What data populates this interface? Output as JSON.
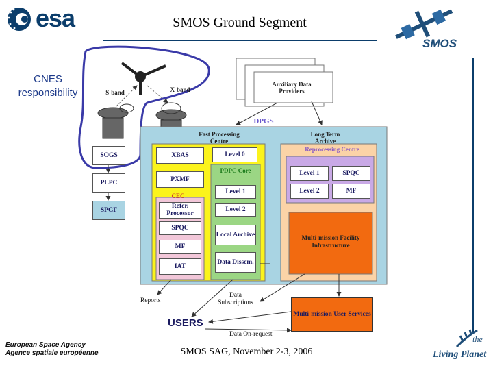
{
  "header": {
    "title": "SMOS Ground Segment",
    "esa_logo_text": "esa",
    "smos_logo_text": "SMOS"
  },
  "footer": {
    "text": "SMOS SAG, November 2-3, 2006",
    "agency_en": "European Space Agency",
    "agency_fr": "Agence spatiale européenne",
    "living_planet_1": "the",
    "living_planet_2": "Living Planet"
  },
  "annotation": {
    "cnes_line1": "CNES",
    "cnes_line2": "responsibility"
  },
  "diagram": {
    "antennas": {
      "s_band": "S-band",
      "x_band": "X-band"
    },
    "aux_providers": "Auxiliary Data Providers",
    "dpgs": "DPGS",
    "fpc_title": "Fast Processing Centre",
    "lta_title": "Long Term Archive",
    "reprocessing": "Reprocessing Centre",
    "sogs": "SOGS",
    "plpc": "PLPC",
    "spgf": "SPGF",
    "xbas": "XBAS",
    "pxmf": "PXMF",
    "cec": "CEC",
    "refer_processor": "Refer. Processor",
    "spqc": "SPQC",
    "mf": "MF",
    "iat": "IAT",
    "level0": "Level 0",
    "pdpc_core": "PDPC Core",
    "level1": "Level 1",
    "level2": "Level 2",
    "local_archive": "Local Archive",
    "data_dissem": "Data Dissem.",
    "rep_level1": "Level 1",
    "rep_spqc": "SPQC",
    "rep_level2": "Level 2",
    "rep_mf": "MF",
    "mmfi": "Multi-mission Facility Infrastructure",
    "mmus": "Multi-mission User Services",
    "users": "USERS",
    "reports": "Reports",
    "data_subscriptions": "Data Subscriptions",
    "data_on_request": "Data On-request"
  }
}
